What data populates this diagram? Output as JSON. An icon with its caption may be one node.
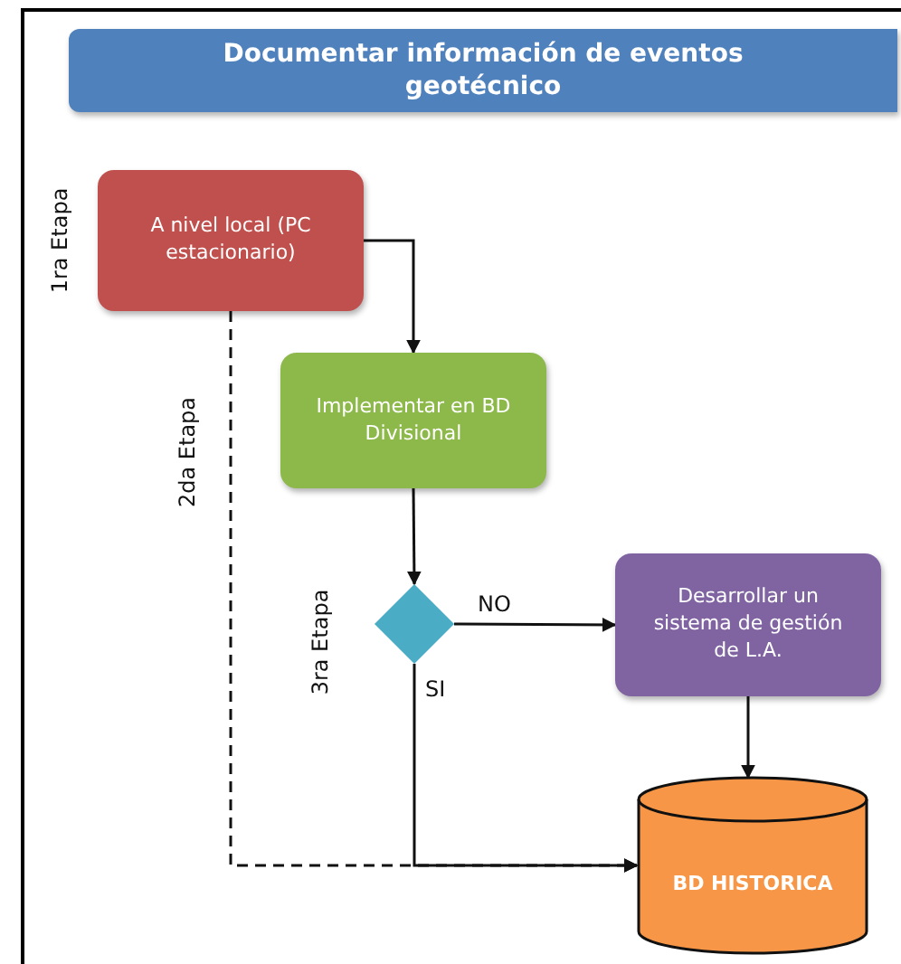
{
  "diagram": {
    "nodes": [
      {
        "text": [
          "Documentar información de eventos geotécnico"
        ]
      },
      {
        "text": [
          "A nivel local (PC estacionario)"
        ]
      },
      {
        "text": [
          "Implementar en BD Divisional"
        ]
      },
      {
        "text": [],
        "shape": "diamond"
      },
      {
        "text": [
          "Desarrollar un sistema de gestión de L.A."
        ]
      },
      {
        "text": [
          "BD HISTORICA"
        ]
      }
    ],
    "edges": [
      {
        "from": 1,
        "to": 2,
        "arrow": "to"
      },
      {
        "from": 2,
        "to": 3,
        "arrow": "to"
      },
      {
        "from": 3,
        "to": 4,
        "arrow": "to",
        "label": "NO"
      },
      {
        "from": 3,
        "to": 5,
        "arrow": "to",
        "label": "SI"
      },
      {
        "from": 4,
        "to": 5,
        "arrow": "to"
      },
      {
        "from": 1,
        "to": 5,
        "arrow": "to",
        "style": "dashed"
      }
    ],
    "labels": [
      "1ra Etapa",
      "2da Etapa",
      "3ra Etapa"
    ]
  }
}
